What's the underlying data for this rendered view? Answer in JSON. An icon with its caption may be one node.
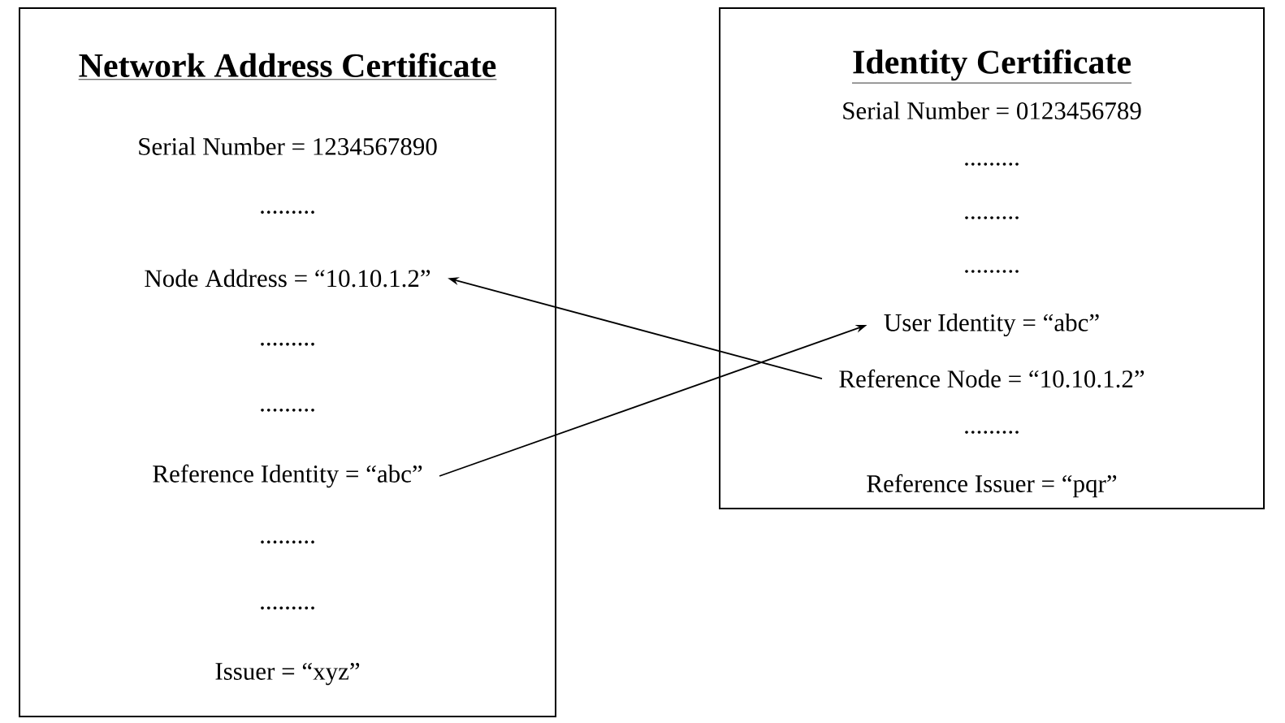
{
  "diagram": {
    "nodes": [
      {
        "text": [
          "Network Address Certificate"
        ]
      },
      {
        "text": [
          "Serial Number = 1234567890"
        ],
        "in": 0
      },
      {
        "text": [
          "........."
        ],
        "in": 0
      },
      {
        "text": [
          "Node Address = “10.10.1.2”"
        ],
        "in": 0
      },
      {
        "text": [
          "........."
        ],
        "in": 0
      },
      {
        "text": [
          "........."
        ],
        "in": 0
      },
      {
        "text": [
          "Reference Identity = “abc”"
        ],
        "in": 0
      },
      {
        "text": [
          "........."
        ],
        "in": 0
      },
      {
        "text": [
          "........."
        ],
        "in": 0
      },
      {
        "text": [
          "Issuer = “xyz”"
        ],
        "in": 0
      },
      {
        "text": [
          "Identity Certificate"
        ]
      },
      {
        "text": [
          "Serial Number = 0123456789"
        ],
        "in": 10
      },
      {
        "text": [
          "........."
        ],
        "in": 10
      },
      {
        "text": [
          "........."
        ],
        "in": 10
      },
      {
        "text": [
          "........."
        ],
        "in": 10
      },
      {
        "text": [
          "User Identity = “abc”"
        ],
        "in": 10
      },
      {
        "text": [
          "Reference Node = “10.10.1.2”"
        ],
        "in": 10
      },
      {
        "text": [
          "........."
        ],
        "in": 10
      },
      {
        "text": [
          "Reference Issuer = “pqr”"
        ],
        "in": 10
      }
    ],
    "edges": [
      {
        "from": 6,
        "to": 15,
        "arrow": "to"
      },
      {
        "from": 16,
        "to": 3,
        "arrow": "to"
      }
    ]
  }
}
